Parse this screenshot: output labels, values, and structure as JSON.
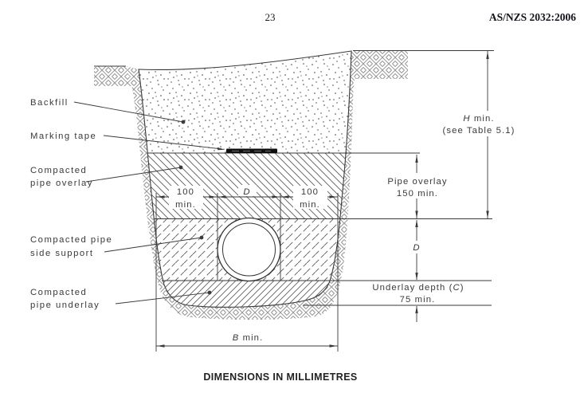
{
  "header": {
    "page_number": "23",
    "standard_code": "AS/NZS 2032:2006"
  },
  "footer_note": "DIMENSIONS IN MILLIMETRES",
  "figure": {
    "labels": {
      "backfill": "Backfill",
      "marking_tape": "Marking tape",
      "overlay_l1": "Compacted",
      "overlay_l2": "pipe overlay",
      "side_support_l1": "Compacted pipe",
      "side_support_l2": "side support",
      "underlay_l1": "Compacted",
      "underlay_l2": "pipe underlay"
    },
    "dims": {
      "clearance_left": "100",
      "clearance_left_min": "min.",
      "diameter_top": "D",
      "clearance_right": "100",
      "clearance_right_min": "min.",
      "cover_letter": "H",
      "cover_min": " min.",
      "cover_ref": "(see Table 5.1)",
      "overlay_l1": "Pipe overlay",
      "overlay_l2": "150 min.",
      "diameter_side": "D",
      "underlay_pre": "Underlay depth (",
      "underlay_letter": "C",
      "underlay_post": ")",
      "underlay_value": "75 min.",
      "width_letter": "B",
      "width_min": " min."
    },
    "colors": {
      "line": "#3a3a3a",
      "ground_hatch": "#8f8f8f",
      "region_hatch": "#5c5c5c",
      "stipple": "#3c3c3c",
      "tape": "#0f0f0f"
    }
  }
}
